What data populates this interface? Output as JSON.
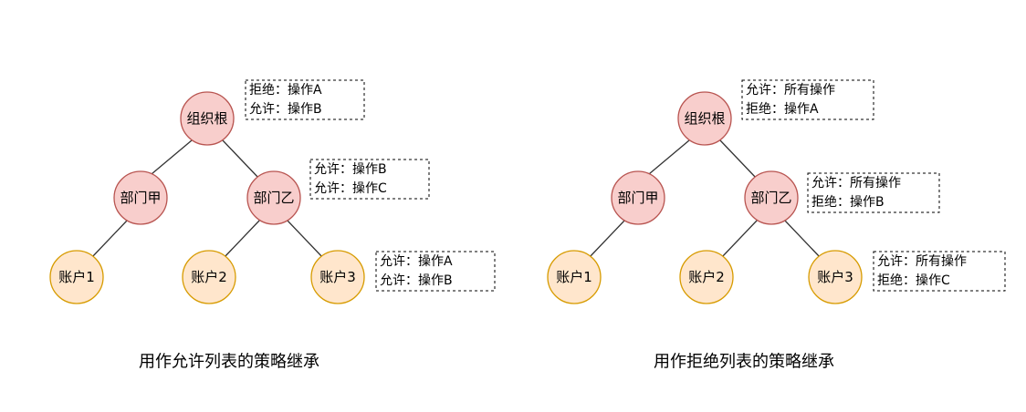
{
  "diagrams": [
    {
      "caption": "用作允许列表的策略继承",
      "nodes": {
        "root": "组织根",
        "dept_a": "部门甲",
        "dept_b": "部门乙",
        "account_1": "账户1",
        "account_2": "账户2",
        "account_3": "账户3"
      },
      "policies": {
        "root": [
          "拒绝：操作A",
          "允许：操作B"
        ],
        "dept_b": [
          "允许：操作B",
          "允许：操作C"
        ],
        "account_3": [
          "允许：操作A",
          "允许：操作B"
        ]
      }
    },
    {
      "caption": "用作拒绝列表的策略继承",
      "nodes": {
        "root": "组织根",
        "dept_a": "部门甲",
        "dept_b": "部门乙",
        "account_1": "账户1",
        "account_2": "账户2",
        "account_3": "账户3"
      },
      "policies": {
        "root": [
          "允许：所有操作",
          "拒绝：操作A"
        ],
        "dept_b": [
          "允许：所有操作",
          "拒绝：操作B"
        ],
        "account_3": [
          "允许：所有操作",
          "拒绝：操作C"
        ]
      }
    }
  ],
  "colors": {
    "org_node_fill": "#f8cecc",
    "org_node_stroke": "#b85450",
    "account_node_fill": "#ffe6cc",
    "account_node_stroke": "#d79b00"
  }
}
